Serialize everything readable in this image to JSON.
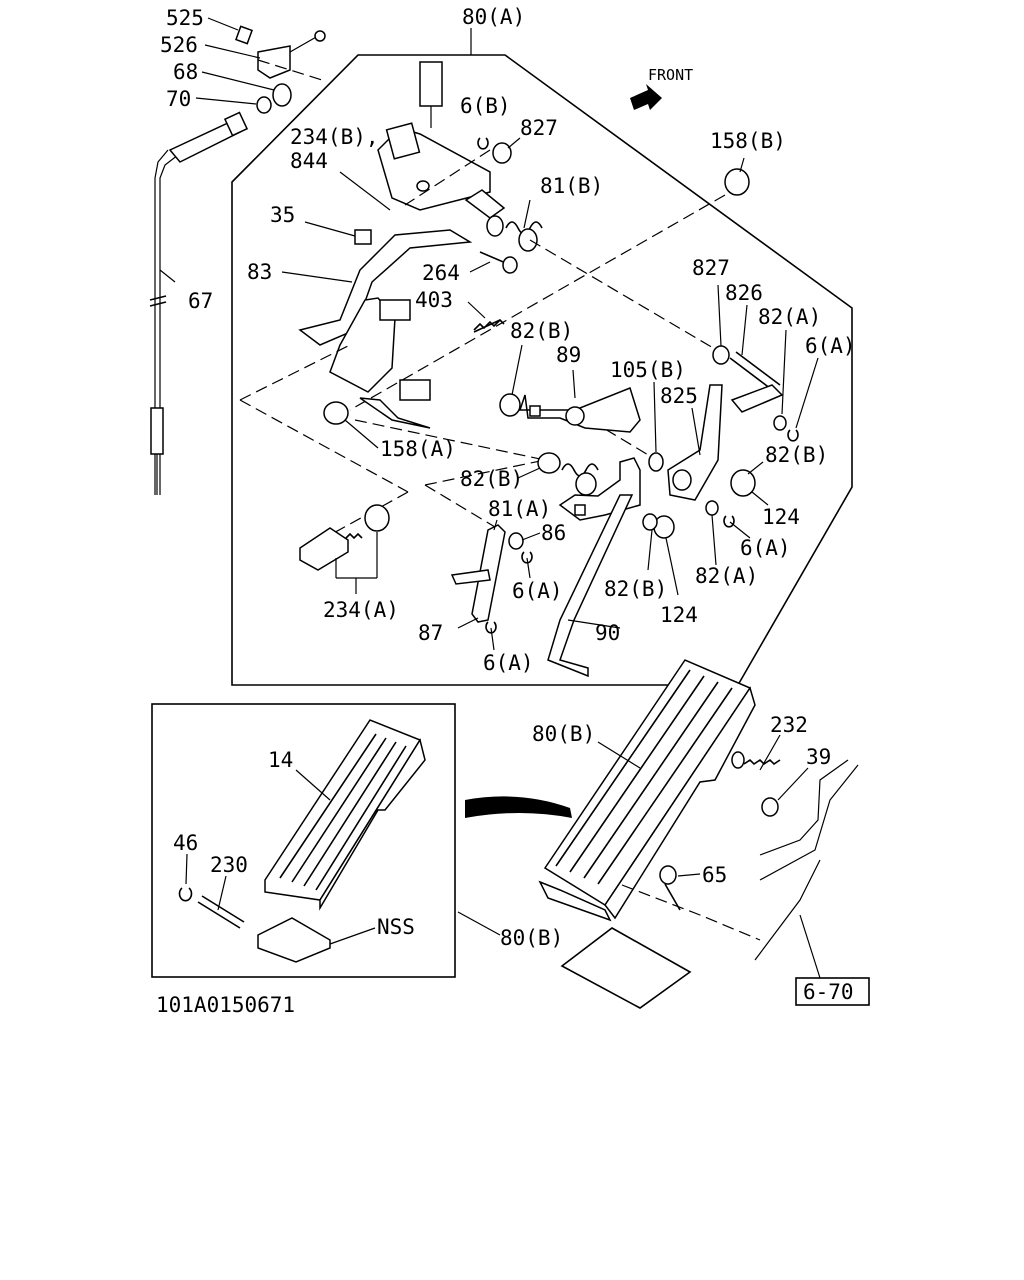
{
  "diagram": {
    "labels": {
      "l525": "525",
      "l526": "526",
      "l68": "68",
      "l70": "70",
      "l67": "67",
      "l80a": "80(A)",
      "front": "FRONT",
      "l6b": "6(B)",
      "l827a": "827",
      "l234b": "234(B),",
      "l844": "844",
      "l158b": "158(B)",
      "l81b": "81(B)",
      "l35": "35",
      "l83": "83",
      "l264": "264",
      "l403": "403",
      "l827b": "827",
      "l826": "826",
      "l82a_1": "82(A)",
      "l6a_1": "6(A)",
      "l82b_1": "82(B)",
      "l89": "89",
      "l105b": "105(B)",
      "l825": "825",
      "l158a": "158(A)",
      "l82b_2": "82(B)",
      "l82b_3": "82(B)",
      "l124_1": "124",
      "l81a": "81(A)",
      "l86": "86",
      "l6a_2": "6(A)",
      "l82a_2": "82(A)",
      "l6a_3": "6(A)",
      "l82b_4": "82(B)",
      "l124_2": "124",
      "l234a": "234(A)",
      "l87": "87",
      "l6a_4": "6(A)",
      "l90": "90",
      "l14": "14",
      "l46": "46",
      "l230": "230",
      "lnss": "NSS",
      "l80b_1": "80(B)",
      "l232": "232",
      "l39": "39",
      "l65": "65",
      "l80b_2": "80(B)",
      "l670": "6-70",
      "docid": "101A0150671"
    }
  }
}
